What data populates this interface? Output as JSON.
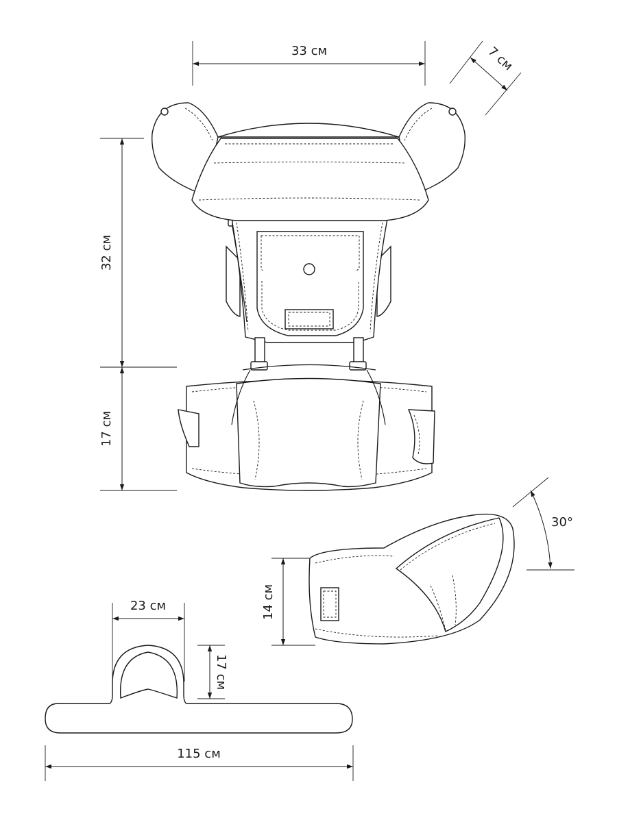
{
  "carrier_front": {
    "width_label": "33 см",
    "depth_label": "7 см",
    "back_height_label": "32 см",
    "waist_height_label": "17 см"
  },
  "hip_seat": {
    "height_label": "14 см",
    "angle_label": "30°"
  },
  "belt": {
    "length_label": "115 см",
    "loop_width_label": "23 см",
    "loop_height_label": "17 см"
  }
}
